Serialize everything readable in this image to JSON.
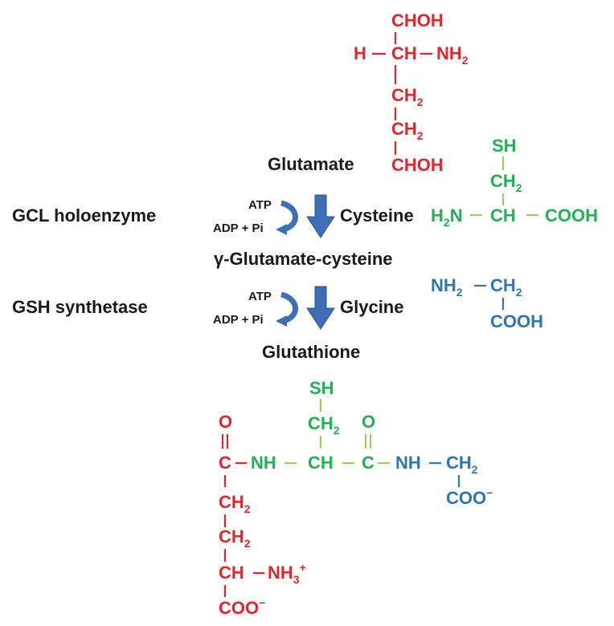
{
  "labels": {
    "glutamate": "Glutamate",
    "gcl": "GCL holoenzyme",
    "gsh_synth": "GSH synthetase",
    "cysteine": "Cysteine",
    "glycine": "Glycine",
    "gamma_glu_cys": "γ-Glutamate-cysteine",
    "glutathione": "Glutathione",
    "atp1": "ATP",
    "adp1": "ADP + Pi",
    "atp2": "ATP",
    "adp2": "ADP + Pi"
  },
  "glutamate_struct": {
    "top": "CHOH",
    "h": "H",
    "ch": "CH",
    "nh2": "NH",
    "nh2_sub": "2",
    "ch2a": "CH",
    "ch2a_sub": "2",
    "ch2b": "CH",
    "ch2b_sub": "2",
    "bottom": "CHOH"
  },
  "cysteine_struct": {
    "sh": "SH",
    "ch2": "CH",
    "ch2_sub": "2",
    "h2n_h": "H",
    "h2n_sub": "2",
    "h2n_n": "N",
    "ch": "CH",
    "cooh": "COOH"
  },
  "glycine_struct": {
    "nh2": "NH",
    "nh2_sub": "2",
    "ch2": "CH",
    "ch2_sub": "2",
    "cooh": "COOH"
  },
  "glutathione_struct": {
    "sh": "SH",
    "ch2_cys": "CH",
    "ch2_cys_sub": "2",
    "o_left": "O",
    "o_right": "O",
    "c_left": "C",
    "nh_left": "NH",
    "ch_cys": "CH",
    "c_right": "C",
    "nh_right": "NH",
    "ch2_gly": "CH",
    "ch2_gly_sub": "2",
    "coo_gly": "COO",
    "coo_gly_sup": "−",
    "ch2_glu1": "CH",
    "ch2_glu1_sub": "2",
    "ch2_glu2": "CH",
    "ch2_glu2_sub": "2",
    "ch_glu": "CH",
    "nh3": "NH",
    "nh3_sub": "3",
    "nh3_sup": "+",
    "coo_glu": "COO",
    "coo_glu_sup": "−"
  },
  "colors": {
    "glutamate": "#e3242b",
    "cysteine": "#1db252",
    "cysteine_bond": "#9acd5a",
    "glycine": "#2e75b6",
    "arrow": "#3c6fb5",
    "text": "#1a1a1a"
  },
  "icons": {
    "down_arrow": "down-arrow-icon",
    "curved_arrow": "curved-arrow-icon"
  }
}
